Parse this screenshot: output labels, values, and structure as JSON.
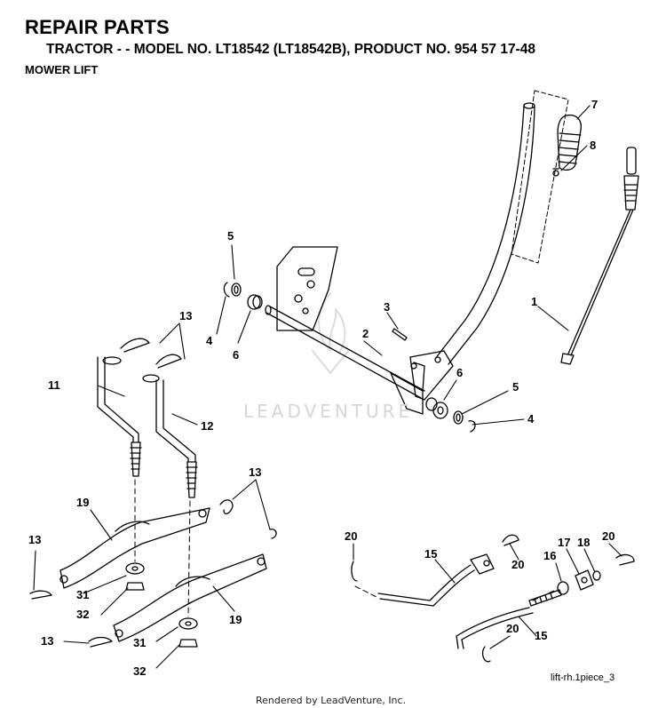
{
  "header": {
    "title": "REPAIR PARTS",
    "subtitle": "TRACTOR - - MODEL NO. LT18542 (LT18542B), PRODUCT NO. 954 57 17-48",
    "section": "MOWER LIFT"
  },
  "watermark": "LEADVENTURE",
  "callouts": [
    {
      "id": "c-1",
      "text": "1"
    },
    {
      "id": "c-2",
      "text": "2"
    },
    {
      "id": "c-3",
      "text": "3"
    },
    {
      "id": "c-4a",
      "text": "4"
    },
    {
      "id": "c-4b",
      "text": "4"
    },
    {
      "id": "c-5a",
      "text": "5"
    },
    {
      "id": "c-5b",
      "text": "5"
    },
    {
      "id": "c-6a",
      "text": "6"
    },
    {
      "id": "c-6b",
      "text": "6"
    },
    {
      "id": "c-7",
      "text": "7"
    },
    {
      "id": "c-8",
      "text": "8"
    },
    {
      "id": "c-11",
      "text": "11"
    },
    {
      "id": "c-12",
      "text": "12"
    },
    {
      "id": "c-13a",
      "text": "13"
    },
    {
      "id": "c-13b",
      "text": "13"
    },
    {
      "id": "c-13c",
      "text": "13"
    },
    {
      "id": "c-13d",
      "text": "13"
    },
    {
      "id": "c-15a",
      "text": "15"
    },
    {
      "id": "c-15b",
      "text": "15"
    },
    {
      "id": "c-16",
      "text": "16"
    },
    {
      "id": "c-17",
      "text": "17"
    },
    {
      "id": "c-18",
      "text": "18"
    },
    {
      "id": "c-19a",
      "text": "19"
    },
    {
      "id": "c-19b",
      "text": "19"
    },
    {
      "id": "c-20a",
      "text": "20"
    },
    {
      "id": "c-20b",
      "text": "20"
    },
    {
      "id": "c-20c",
      "text": "20"
    },
    {
      "id": "c-20d",
      "text": "20"
    },
    {
      "id": "c-31a",
      "text": "31"
    },
    {
      "id": "c-31b",
      "text": "31"
    },
    {
      "id": "c-32a",
      "text": "32"
    },
    {
      "id": "c-32b",
      "text": "32"
    }
  ],
  "drawing_ref": "lift-rh.1piece_3",
  "footer": "Rendered by LeadVenture, Inc."
}
